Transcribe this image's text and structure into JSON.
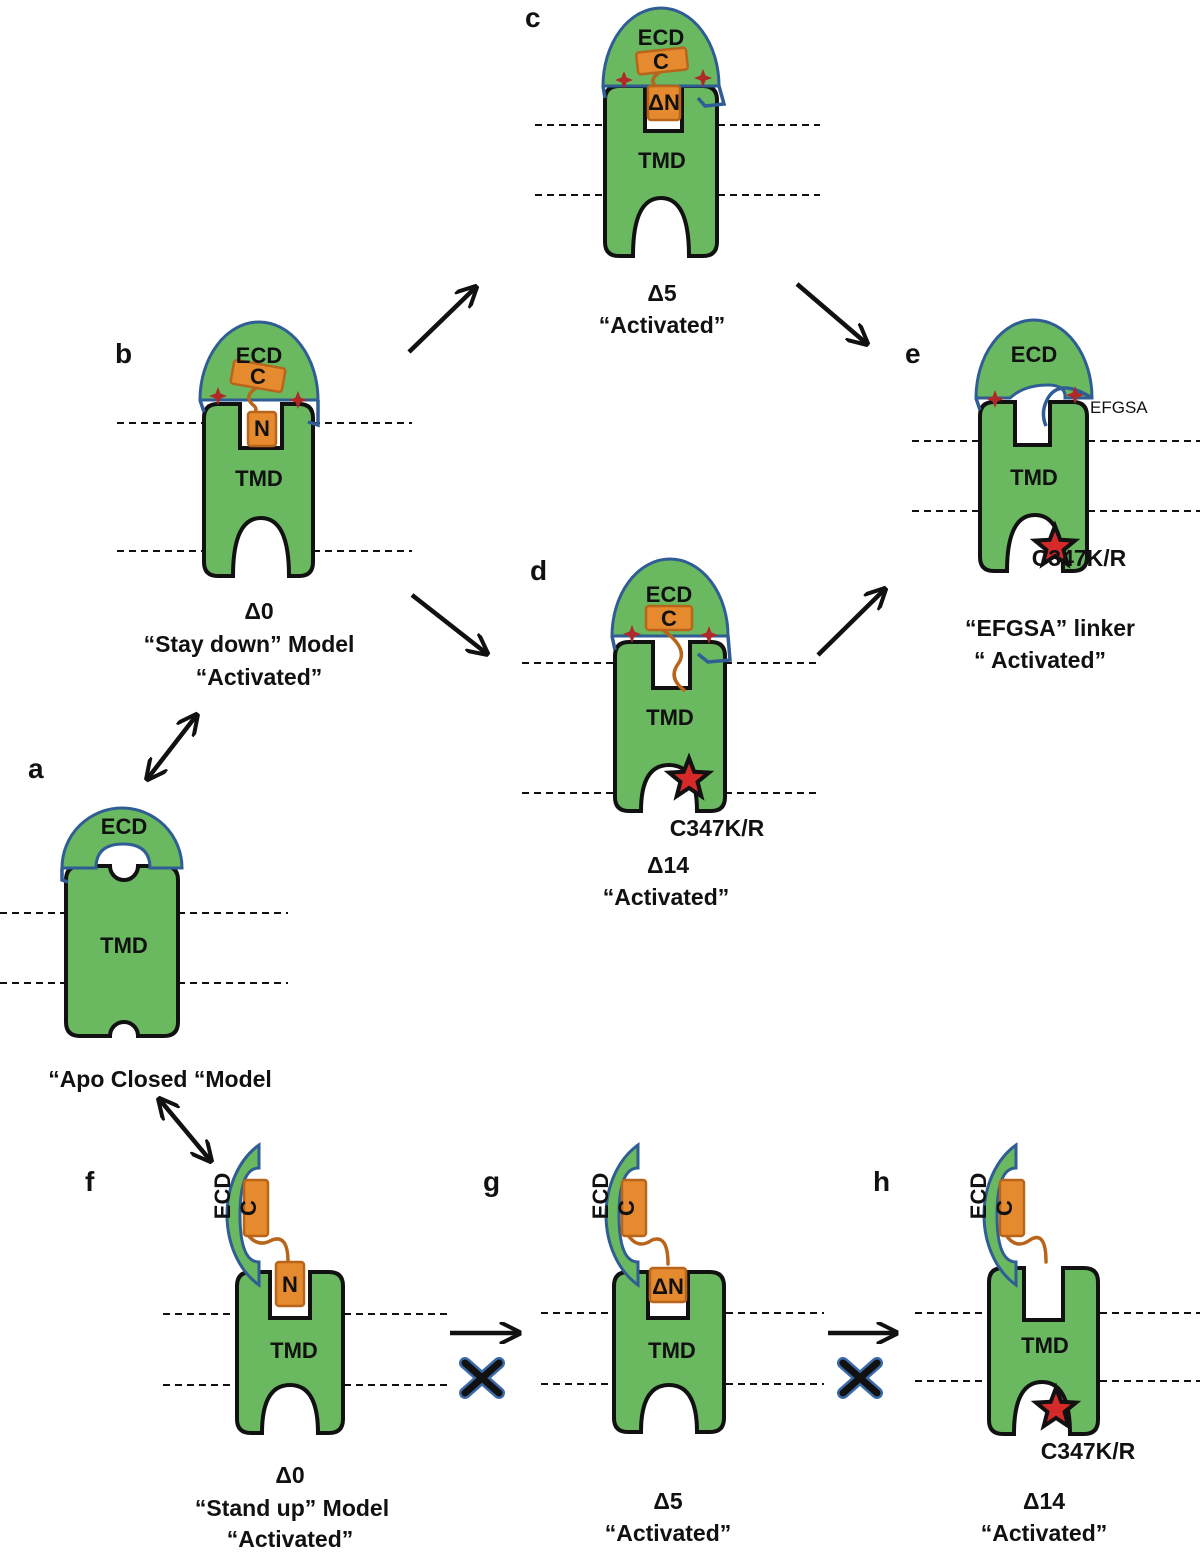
{
  "domains": {
    "ecd": "ECD",
    "tmd": "TMD",
    "c": "C",
    "n": "N",
    "dn": "ΔN"
  },
  "colors": {
    "domain_fill": "#6ab960",
    "ecd_outline": "#2f5d94",
    "ctd_fill": "#e58a2e",
    "star": "#d62a2a"
  },
  "panels": {
    "a": {
      "letter": "a",
      "caption": [
        "“Apo Closed “Model"
      ]
    },
    "b": {
      "letter": "b",
      "caption": [
        "Δ0",
        "“Stay down” Model",
        "“Activated”"
      ]
    },
    "c": {
      "letter": "c",
      "caption": [
        "Δ5",
        "“Activated”"
      ]
    },
    "d": {
      "letter": "d",
      "caption": [
        "Δ14",
        "“Activated”"
      ],
      "mutation": "C347K/R"
    },
    "e": {
      "letter": "e",
      "caption": [
        "“EFGSA” linker",
        "“ Activated”"
      ],
      "mutation": "C347K/R",
      "linker": "EFGSA"
    },
    "f": {
      "letter": "f",
      "caption": [
        "Δ0",
        "“Stand up” Model",
        "“Activated”"
      ]
    },
    "g": {
      "letter": "g",
      "caption": [
        "Δ5",
        "“Activated”"
      ]
    },
    "h": {
      "letter": "h",
      "caption": [
        "Δ14",
        "“Activated”"
      ],
      "mutation": "C347K/R"
    }
  }
}
